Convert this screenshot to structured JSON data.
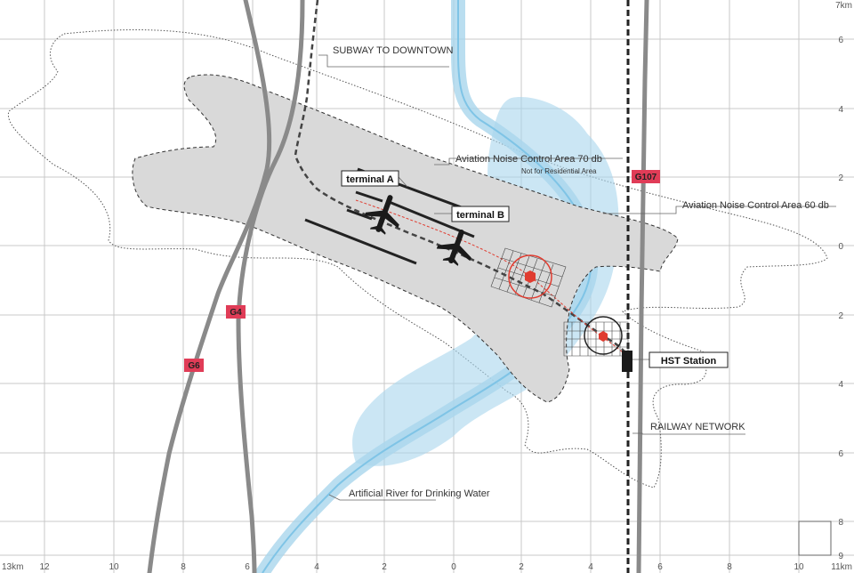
{
  "colors": {
    "grid": "#c8c8c8",
    "noise70_fill": "#d9d9d9",
    "river": "#a9d6ec",
    "river_core": "#7fc4e6",
    "highway": "#8a8a8a",
    "rail": "#333333",
    "shield": "#e03c57",
    "facility": "#e03c30"
  },
  "axes": {
    "top_ticks": [
      "7km",
      "6",
      "4",
      "2",
      "0",
      "2",
      "4",
      "6",
      "8",
      "9"
    ],
    "bottom_ticks": [
      "13km",
      "12",
      "10",
      "8",
      "6",
      "4",
      "2",
      "0",
      "2",
      "4",
      "6",
      "8",
      "10",
      "11km"
    ]
  },
  "labels": {
    "subway": "SUBWAY TO DOWNTOWN",
    "noise70": "Aviation Noise Control Area 70 db",
    "noise70_sub": "Not for Residential Area",
    "noise60": "Aviation Noise Control Area 60 db",
    "railway": "RAILWAY NETWORK",
    "river": "Artificial River for Drinking Water",
    "terminal_a": "terminal A",
    "terminal_b": "terminal B",
    "hst": "HST Station"
  },
  "shields": {
    "g107": "G107",
    "g4": "G4",
    "g6": "G6"
  },
  "icons": {
    "airplane_a": "airplane-icon",
    "airplane_b": "airplane-icon",
    "hst": "train-station-icon",
    "facility_a": "facility-marker-icon",
    "facility_b": "facility-marker-icon"
  }
}
